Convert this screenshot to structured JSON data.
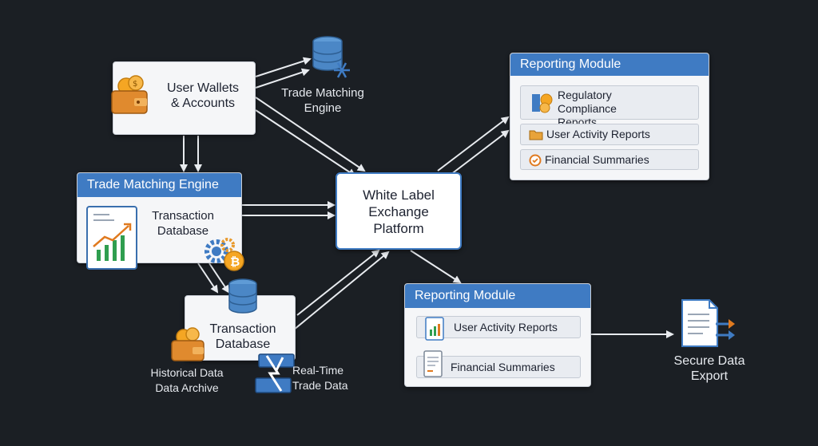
{
  "colors": {
    "background": "#1b1f24",
    "header_blue": "#3f7bc3",
    "arrow": "#e8ebef",
    "card": "#f5f6f8",
    "bitcoin": "#f5a623"
  },
  "user_wallets": {
    "label": "User Wallets\n& Accounts",
    "icon": "wallet-coins-icon"
  },
  "matching_engine_top": {
    "label": "Trade Matching\nEngine",
    "icon": "database-snowflake-icon"
  },
  "matching_engine_panel": {
    "title": "Trade Matching Engine",
    "label": "Transaction\nDatabase",
    "icons": [
      "chart-document-icon",
      "gears-bitcoin-icon"
    ]
  },
  "transaction_db": {
    "label": "Transaction\nDatabase",
    "icon": "database-icon"
  },
  "historical": {
    "label": "Historical Data\nData Archive",
    "icon": "wallet-coins-icon"
  },
  "realtime": {
    "label": "Real-Time\nTrade Data",
    "icon": "realtime-stream-icon"
  },
  "platform": {
    "label": "White Label\nExchange\nPlatform"
  },
  "reporting_top": {
    "title": "Reporting Module",
    "items": [
      {
        "label": "Regulatory Compliance\nReports",
        "icon": "compliance-coins-icon"
      },
      {
        "label": "User Activity Reports",
        "icon": "folder-icon"
      },
      {
        "label": "Financial Summaries",
        "icon": "clock-icon"
      }
    ]
  },
  "reporting_bottom": {
    "title": "Reporting Module",
    "items": [
      {
        "label": "User Activity Reports",
        "icon": "chart-report-icon"
      },
      {
        "label": "Financial Summaries",
        "icon": "document-icon"
      }
    ]
  },
  "export": {
    "label": "Secure Data\nExport",
    "icon": "export-document-icon"
  }
}
